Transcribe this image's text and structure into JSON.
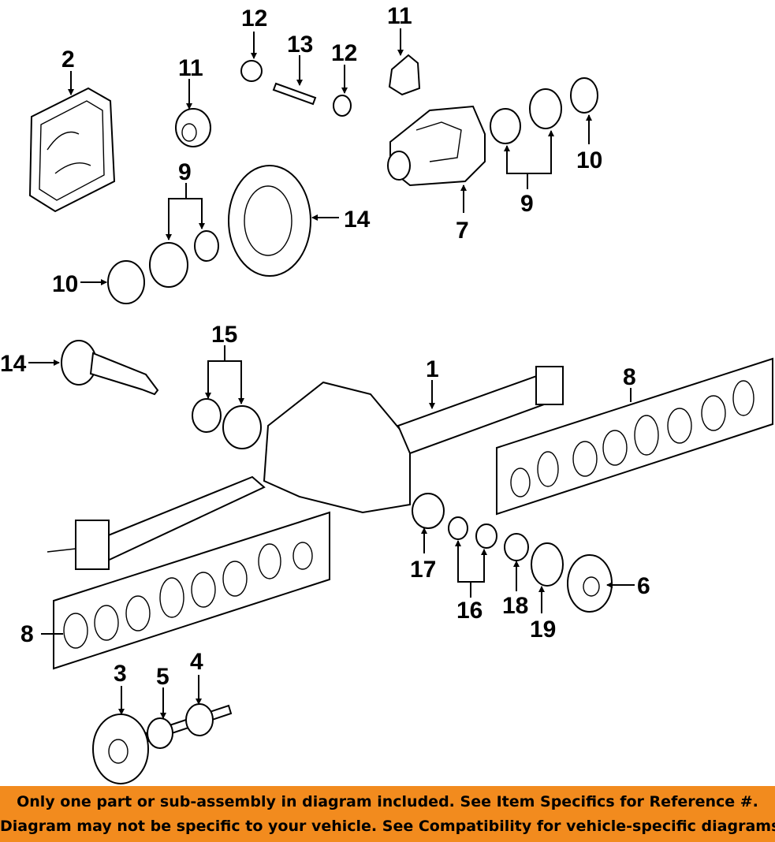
{
  "callouts": {
    "c1": "1",
    "c2": "2",
    "c3": "3",
    "c4": "4",
    "c5": "5",
    "c6": "6",
    "c7": "7",
    "c8a": "8",
    "c8b": "8",
    "c9a": "9",
    "c9b": "9",
    "c10a": "10",
    "c10b": "10",
    "c11a": "11",
    "c11b": "11",
    "c12a": "12",
    "c12b": "12",
    "c13": "13",
    "c14a": "14",
    "c14b": "14",
    "c15": "15",
    "c16": "16",
    "c17": "17",
    "c18": "18",
    "c19": "19"
  },
  "banner": {
    "line1": "Only one part or sub-assembly in diagram included. See Item Specifics for Reference #.",
    "line2": "Diagram may not be specific to your vehicle. See Compatibility for vehicle-specific diagrams."
  },
  "colors": {
    "banner_bg": "#f28b1e",
    "ink": "#000000"
  }
}
